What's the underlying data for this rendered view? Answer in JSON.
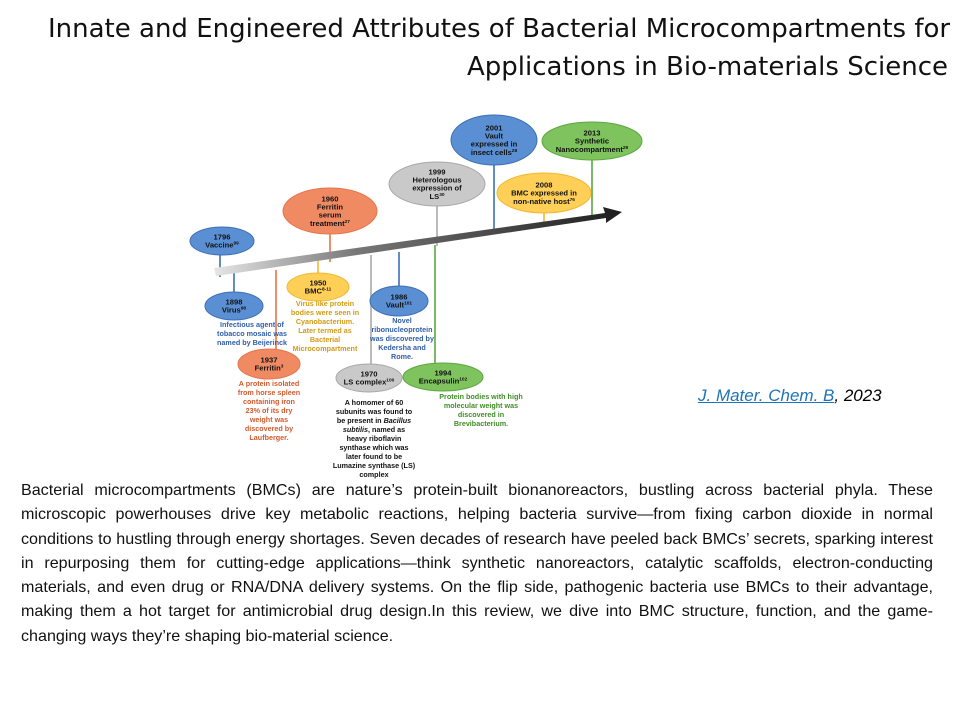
{
  "slide": {
    "title_line1": "Innate and Engineered Attributes of Bacterial Microcompartments for",
    "title_line2": "Applications in Bio-materials Science",
    "citation": {
      "journal": "J. Mater. Chem. B",
      "separator": ", ",
      "year": "2023"
    },
    "abstract": "Bacterial microcompartments (BMCs) are nature’s protein-built bionanoreactors, bustling across bacterial phyla. These microscopic powerhouses drive key metabolic reactions, helping bacteria survive—from fixing carbon dioxide in normal conditions to hustling through energy shortages. Seven decades of research have peeled back BMCs’ secrets, sparking interest in repurposing them for cutting-edge applications—think synthetic nanoreactors, catalytic scaffolds, electron-conducting materials, and even drug or RNA/DNA delivery systems. On the flip side, pathogenic bacteria use BMCs to their advantage, making them a hot target for antimicrobial drug design.In this review, we dive into BMC structure, function, and the game-changing ways they’re shaping bio-material science."
  },
  "timeline": {
    "colors": {
      "blue": "#3c6fb4",
      "blue_fill": "#5b8fd3",
      "orange": "#e8744a",
      "orange_fill": "#f08a62",
      "yellow": "#f3b830",
      "yellow_fill": "#ffcf58",
      "gray": "#a8a8a8",
      "gray_fill": "#c9c9c9",
      "green": "#5aa83e",
      "green_fill": "#7fc35e",
      "arrow": "#333333"
    },
    "events": [
      {
        "id": "e1796",
        "lines": [
          "1796",
          "Vaccine"
        ],
        "sup": "99",
        "color": "blue"
      },
      {
        "id": "e1898",
        "lines": [
          "1898",
          "Virus"
        ],
        "sup": "98",
        "color": "blue",
        "desc": [
          "Infectious agent of",
          "tobacco mosaic  was",
          "named by Beijerinck"
        ]
      },
      {
        "id": "e1937",
        "lines": [
          "1937",
          "Ferritin"
        ],
        "sup": "3",
        "color": "orange",
        "desc": [
          "A protein isolated",
          "from horse spleen",
          "containing iron",
          "23% of its dry",
          "weight was",
          "discovered by",
          "Laufberger."
        ]
      },
      {
        "id": "e1950",
        "lines": [
          "1950",
          "BMC"
        ],
        "sup": "8-11",
        "color": "yellow",
        "desc": [
          "Virus like protein",
          "bodies were seen in",
          "Cyanobacterium.",
          "Later termed as",
          "Bacterial",
          "Microcompartment"
        ]
      },
      {
        "id": "e1960",
        "lines": [
          "1960",
          "Ferritin",
          "serum",
          "treatment"
        ],
        "sup": "27",
        "color": "orange"
      },
      {
        "id": "e1970",
        "lines": [
          "1970",
          "LS complex"
        ],
        "sup": "100",
        "color": "gray",
        "desc": [
          "A homomer of 60",
          "subunits was found to",
          "be present in Bacillus",
          "subtilis, named as",
          "heavy riboflavin",
          "synthase which was",
          "later found to be",
          "Lumazine synthase (LS)",
          "complex"
        ]
      },
      {
        "id": "e1986",
        "lines": [
          "1986",
          "Vault"
        ],
        "sup": "101",
        "color": "blue",
        "desc": [
          "Novel",
          "ribonucleoprotein",
          "was discovered by",
          "Kedersha and",
          "Rome."
        ]
      },
      {
        "id": "e1994",
        "lines": [
          "1994",
          "Encapsulin"
        ],
        "sup": "102",
        "color": "green",
        "desc": [
          "Protein bodies with high",
          "molecular weight was",
          "discovered in",
          "Brevibacterium."
        ]
      },
      {
        "id": "e1999",
        "lines": [
          "1999",
          "Heterologous",
          "expression of",
          "LS"
        ],
        "sup": "30",
        "color": "gray"
      },
      {
        "id": "e2001",
        "lines": [
          "2001",
          "Vault",
          "expressed in",
          "insect cells"
        ],
        "sup": "28",
        "color": "blue"
      },
      {
        "id": "e2008",
        "lines": [
          "2008",
          "BMC expressed in",
          "non-native host"
        ],
        "sup": "76",
        "color": "yellow"
      },
      {
        "id": "e2013",
        "lines": [
          "2013",
          "Synthetic",
          "Nanocompartment"
        ],
        "sup": "29",
        "color": "green"
      }
    ]
  }
}
